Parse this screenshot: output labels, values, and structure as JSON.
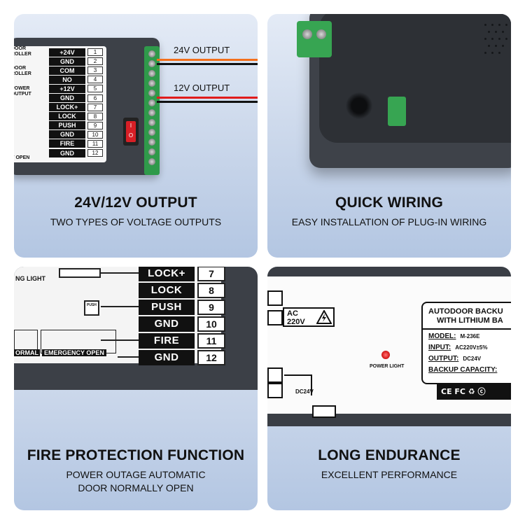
{
  "panels": [
    {
      "title": "24V/12V OUTPUT",
      "subtitle": "TWO TYPES OF VOLTAGE OUTPUTS",
      "wire_labels": [
        "24V OUTPUT",
        "12V OUTPUT"
      ],
      "terminals": [
        {
          "label": "+24V",
          "num": "1"
        },
        {
          "label": "GND",
          "num": "2"
        },
        {
          "label": "COM",
          "num": "3"
        },
        {
          "label": "NO",
          "num": "4"
        },
        {
          "label": "+12V",
          "num": "5"
        },
        {
          "label": "GND",
          "num": "6"
        },
        {
          "label": "LOCK+",
          "num": "7"
        },
        {
          "label": "LOCK",
          "num": "8"
        },
        {
          "label": "PUSH",
          "num": "9"
        },
        {
          "label": "GND",
          "num": "10"
        },
        {
          "label": "FIRE",
          "num": "11"
        },
        {
          "label": "GND",
          "num": "12"
        }
      ],
      "side_labels": [
        "DOOR",
        "ROLLER",
        "DOOR",
        "ROLLER",
        "POWER",
        "OUTPUT",
        "Y OPEN"
      ],
      "switch_labels": [
        "I",
        "O"
      ]
    },
    {
      "title": "QUICK WIRING",
      "subtitle": "EASY INSTALLATION OF PLUG-IN WIRING"
    },
    {
      "title": "FIRE PROTECTION FUNCTION",
      "subtitle_lines": [
        "POWER OUTAGE AUTOMATIC",
        "DOOR NORMALLY OPEN"
      ],
      "terminals": [
        {
          "label": "LOCK+",
          "num": "7"
        },
        {
          "label": "LOCK",
          "num": "8"
        },
        {
          "label": "PUSH",
          "num": "9"
        },
        {
          "label": "GND",
          "num": "10"
        },
        {
          "label": "FIRE",
          "num": "11"
        },
        {
          "label": "GND",
          "num": "12"
        }
      ],
      "side_labels": {
        "lock_light": "NG LIGHT",
        "push": "PUSH",
        "normal": "ORMAL",
        "emergency": "EMERGENCY OPEN"
      }
    },
    {
      "title": "LONG ENDURANCE",
      "subtitle": "EXCELLENT PERFORMANCE",
      "ac_label_1": "AC",
      "ac_label_2": "220V",
      "power_light": "POWER LIGHT",
      "dc_label": "DC24V",
      "spec_heading_1": "AUTODOOR BACKU",
      "spec_heading_2": "WITH LITHIUM BA",
      "spec_rows": [
        {
          "key": "MODEL:",
          "val": "M-236E"
        },
        {
          "key": "INPUT:",
          "val": "AC220V±5%"
        },
        {
          "key": "OUTPUT:",
          "val": "DC24V"
        },
        {
          "key": "BACKUP CAPACITY:",
          "val": ""
        }
      ],
      "certifications": "CE FC ♻ ⓒ"
    }
  ],
  "colors": {
    "card_top": "#e4ebf6",
    "card_bottom": "#b3c6e2",
    "device_gray": "#3d4148",
    "terminal_green": "#2f9a4a",
    "wire_red": "#e11b1b",
    "wire_orange": "#f4701c",
    "switch_red": "#d81f26"
  }
}
